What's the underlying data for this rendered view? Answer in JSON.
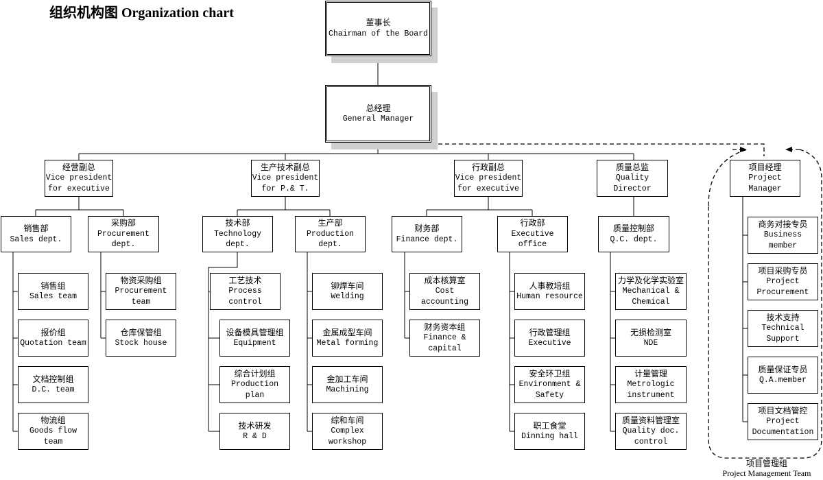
{
  "title": "组织机构图 Organization chart",
  "nodes": {
    "chairman": {
      "zh": "董事长",
      "en": "Chairman of the Board"
    },
    "gm": {
      "zh": "总经理",
      "en": "General Manager"
    },
    "vp_exec1": {
      "zh": "经营副总",
      "en": "Vice president\nfor executive"
    },
    "vp_pt": {
      "zh": "生产技术副总",
      "en": "Vice president\nfor P.& T."
    },
    "vp_exec2": {
      "zh": "行政副总",
      "en": "Vice president\nfor executive"
    },
    "quality_dir": {
      "zh": "质量总监",
      "en": "Quality\nDirector"
    },
    "pm": {
      "zh": "项目经理",
      "en": "Project Manager"
    },
    "sales_dept": {
      "zh": "销售部",
      "en": "Sales dept."
    },
    "procure_dept": {
      "zh": "采购部",
      "en": "Procurement\ndept."
    },
    "tech_dept": {
      "zh": "技术部",
      "en": "Technology dept."
    },
    "prod_dept": {
      "zh": "生产部",
      "en": "Production dept."
    },
    "fin_dept": {
      "zh": "财务部",
      "en": "Finance dept."
    },
    "exec_office": {
      "zh": "行政部",
      "en": "Executive office"
    },
    "qc_dept": {
      "zh": "质量控制部",
      "en": "Q.C. dept."
    },
    "sales_team": {
      "zh": "销售组",
      "en": "Sales team"
    },
    "quotation": {
      "zh": "报价组",
      "en": "Quotation team"
    },
    "dc_team": {
      "zh": "文档控制组",
      "en": "D.C. team"
    },
    "goods_flow": {
      "zh": "物流组",
      "en": "Goods flow team"
    },
    "procure_team": {
      "zh": "物资采购组",
      "en": "Procurement team"
    },
    "stock": {
      "zh": "仓库保管组",
      "en": "Stock house"
    },
    "process": {
      "zh": "工艺技术",
      "en": "Process control"
    },
    "equipment": {
      "zh": "设备模具管理组",
      "en": "Equipment"
    },
    "prod_plan": {
      "zh": "综合计划组",
      "en": "Production plan"
    },
    "rnd": {
      "zh": "技术研发",
      "en": "R & D"
    },
    "welding": {
      "zh": "铆焊车间",
      "en": "Welding"
    },
    "forming": {
      "zh": "金属成型车间",
      "en": "Metal forming"
    },
    "machining": {
      "zh": "金加工车间",
      "en": "Machining"
    },
    "complex": {
      "zh": "综和车间",
      "en": "Complex workshop"
    },
    "cost": {
      "zh": "成本核算室",
      "en": "Cost accounting"
    },
    "fin_cap": {
      "zh": "财务资本组",
      "en": "Finance &\ncapital"
    },
    "hr": {
      "zh": "人事教培组",
      "en": "Human resource"
    },
    "exec_group": {
      "zh": "行政管理组",
      "en": "Executive"
    },
    "env": {
      "zh": "安全环卫组",
      "en": "Environment &\nSafety"
    },
    "dining": {
      "zh": "职工食堂",
      "en": "Dinning hall"
    },
    "mech_lab": {
      "zh": "力学及化学实验室",
      "en": "Mechanical &\nChemical"
    },
    "nde": {
      "zh": "无损检测室",
      "en": "NDE"
    },
    "metro": {
      "zh": "计量管理",
      "en": "Metrologic\ninstrument"
    },
    "qdoc": {
      "zh": "质量资料管理室",
      "en": "Quality doc.\ncontrol"
    },
    "biz": {
      "zh": "商务对接专员",
      "en": "Business member"
    },
    "proj_proc": {
      "zh": "项目采购专员",
      "en": "Project\nProcurement"
    },
    "tech_sup": {
      "zh": "技术支持",
      "en": "Technical\nSupport"
    },
    "qa": {
      "zh": "质量保证专员",
      "en": "Q.A.member"
    },
    "proj_doc": {
      "zh": "项目文档管控",
      "en": "Project\nDocumentation"
    }
  },
  "pm_team": {
    "zh": "项目管理组",
    "en": "Project Management Team"
  }
}
